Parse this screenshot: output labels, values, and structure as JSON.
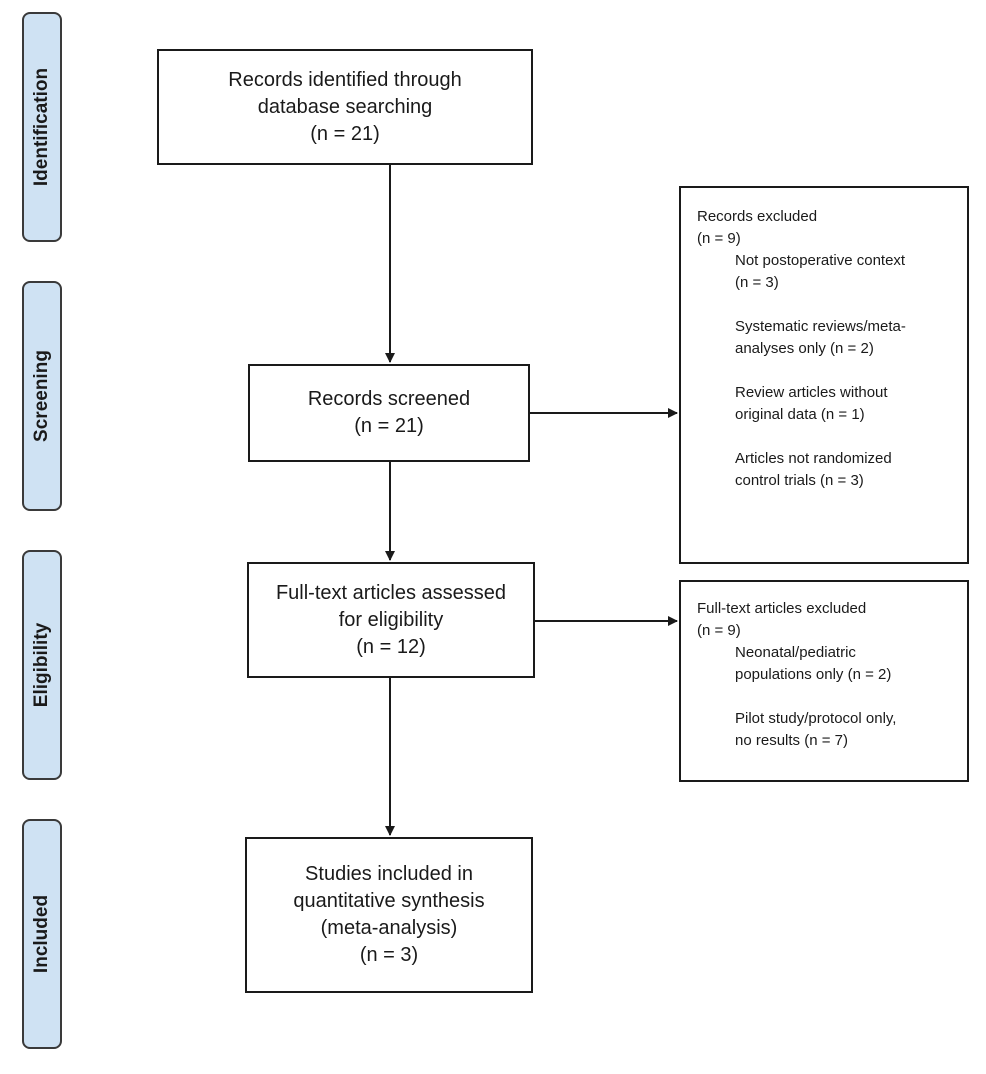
{
  "stages": {
    "identification": "Identification",
    "screening": "Screening",
    "eligibility": "Eligibility",
    "included": "Included"
  },
  "boxes": {
    "identified": {
      "line1": "Records identified through",
      "line2": "database searching",
      "line3": "(n = 21)"
    },
    "screened": {
      "line1": "Records screened",
      "line2": "(n = 21)"
    },
    "fulltext": {
      "line1": "Full-text articles assessed",
      "line2": "for eligibility",
      "line3": "(n = 12)"
    },
    "included": {
      "line1": "Studies included in",
      "line2": "quantitative synthesis",
      "line3": "(meta-analysis)",
      "line4": "(n = 3)"
    }
  },
  "records_excluded": {
    "title": "Records excluded",
    "count": "(n = 9)",
    "reasons": [
      {
        "l1": "Not postoperative context",
        "l2": "(n = 3)"
      },
      {
        "l1": "Systematic reviews/meta-",
        "l2": "analyses only (n = 2)"
      },
      {
        "l1": "Review articles without",
        "l2": "original data (n = 1)"
      },
      {
        "l1": "Articles not randomized",
        "l2": "control trials (n = 3)"
      }
    ]
  },
  "fulltext_excluded": {
    "title": "Full-text articles excluded",
    "count": "(n = 9)",
    "reasons": [
      {
        "l1": "Neonatal/pediatric",
        "l2": "populations only (n = 2)"
      },
      {
        "l1": "Pilot study/protocol only,",
        "l2": "no results (n = 7)"
      }
    ]
  }
}
